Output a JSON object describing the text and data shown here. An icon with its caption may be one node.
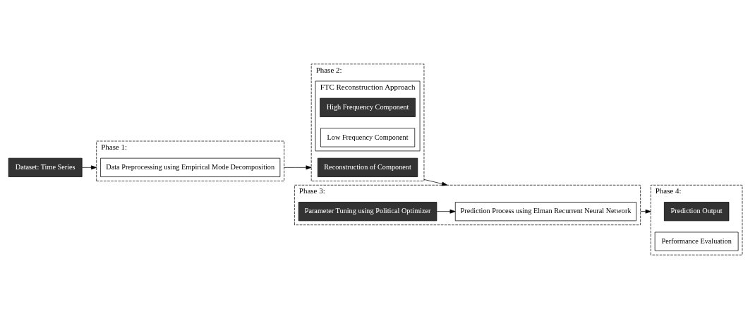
{
  "diagram": {
    "nodes": [
      {
        "text": [
          "Dataset: Time Series"
        ]
      },
      {
        "text": [
          "Phase 1:"
        ]
      },
      {
        "text": [
          "Data Preprocessing using Empirical Mode Decomposition"
        ],
        "in": 1
      },
      {
        "text": [
          "Phase 2:"
        ]
      },
      {
        "text": [
          "Reconstruction of Component"
        ],
        "in": 3
      },
      {
        "text": [
          "FTC Reconstruction Approach"
        ],
        "in": 3
      },
      {
        "text": [
          "High Frequency Component"
        ],
        "in": 5
      },
      {
        "text": [
          "Low Frequency Component"
        ],
        "in": 5
      },
      {
        "text": [
          "Phase 3:"
        ]
      },
      {
        "text": [
          "Prediction Process using Elman Recurrent Neural Network"
        ],
        "in": 8
      },
      {
        "text": [
          "Parameter Tuning using Political Optimizer"
        ],
        "in": 8
      },
      {
        "text": [
          "Phase 4:"
        ]
      },
      {
        "text": [
          "Prediction Output"
        ],
        "in": 11
      },
      {
        "text": [
          "Performance Evaluation"
        ],
        "in": 11
      }
    ],
    "edges": [
      {
        "from": 0,
        "to": 1,
        "arrow": "to"
      },
      {
        "from": 1,
        "to": 3,
        "arrow": "to"
      },
      {
        "from": 3,
        "to": 8,
        "arrow": "to"
      },
      {
        "from": 10,
        "to": 9,
        "arrow": "to"
      },
      {
        "from": 8,
        "to": 11,
        "arrow": "to"
      }
    ]
  }
}
